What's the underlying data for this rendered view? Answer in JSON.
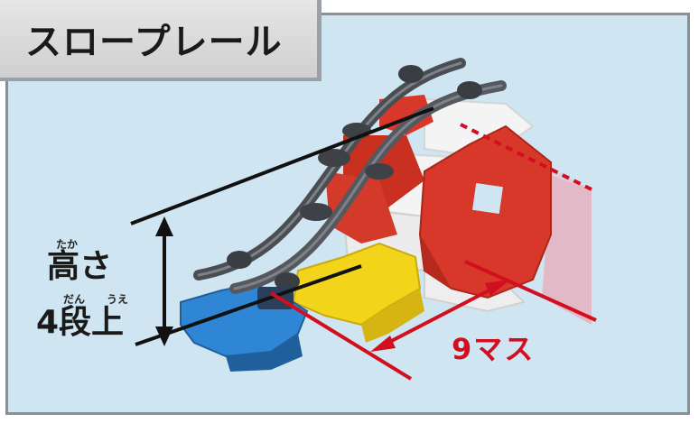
{
  "title": "スロープレール",
  "height_label": {
    "ruby_top": "たか",
    "line1": "高さ",
    "ruby_bottom_1": "だん",
    "ruby_bottom_2": "うえ",
    "line2": "4段上"
  },
  "length_label": "9マス",
  "colors": {
    "background": "#cfe6f2",
    "accent_red": "#d10f1f",
    "block_red": "#d8382a",
    "block_yellow": "#f2d41a",
    "block_blue": "#2f86d4",
    "block_white": "#f4f4f4",
    "rail": "#4a4d52"
  }
}
